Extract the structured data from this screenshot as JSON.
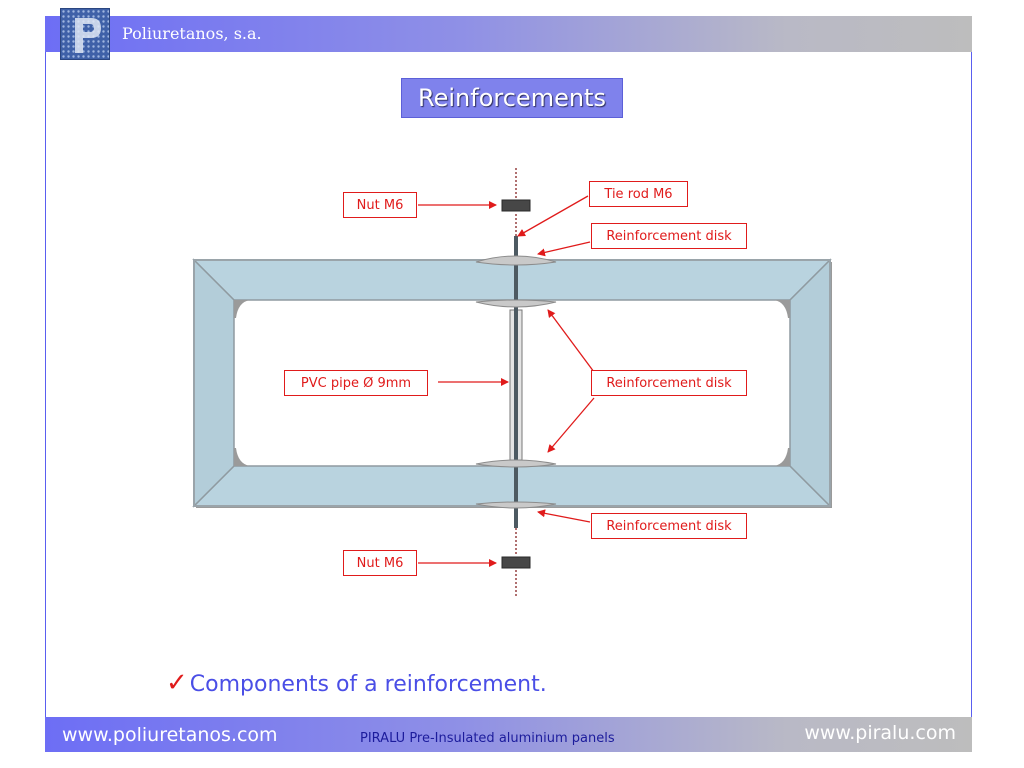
{
  "header": {
    "company": "Poliuretanos, s.a.",
    "accent_color": "#6d6ef5"
  },
  "title": "Reinforcements",
  "diagram": {
    "labels": {
      "nut_top": "Nut M6",
      "tie_rod": "Tie rod M6",
      "disk_top": "Reinforcement disk",
      "pvc_pipe": "PVC pipe Ø 9mm",
      "disk_middle": "Reinforcement disk",
      "disk_bottom": "Reinforcement disk",
      "nut_bottom": "Nut M6"
    },
    "label_color": "#e01b1b",
    "profile_color": "#b9d3df"
  },
  "caption": {
    "check_icon": "checkmark-icon",
    "text": "Components of a reinforcement."
  },
  "footer": {
    "left": "www.poliuretanos.com",
    "center": "PIRALU Pre-Insulated aluminium panels",
    "right": "www.piralu.com"
  }
}
